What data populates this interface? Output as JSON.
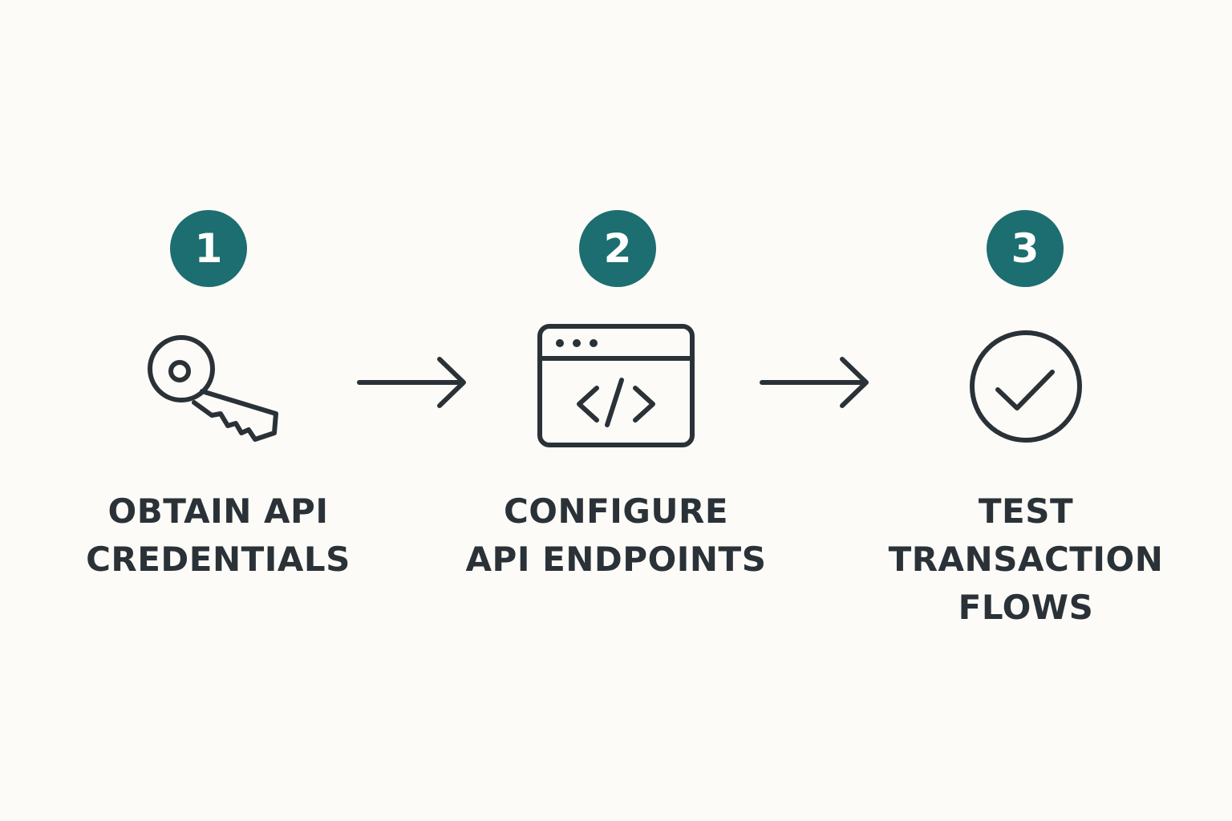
{
  "colors": {
    "background": "#fcfbf7",
    "accent": "#1d6e70",
    "ink": "#2a3238"
  },
  "steps": [
    {
      "number": "1",
      "icon": "key-icon",
      "label_lines": [
        "OBTAIN API",
        "CREDENTIALS"
      ]
    },
    {
      "number": "2",
      "icon": "code-window-icon",
      "label_lines": [
        "CONFIGURE",
        "API ENDPOINTS"
      ]
    },
    {
      "number": "3",
      "icon": "check-circle-icon",
      "label_lines": [
        "TEST",
        "TRANSACTION",
        "FLOWS"
      ]
    }
  ],
  "connectors": [
    {
      "icon": "arrow-right-icon"
    },
    {
      "icon": "arrow-right-icon"
    }
  ]
}
